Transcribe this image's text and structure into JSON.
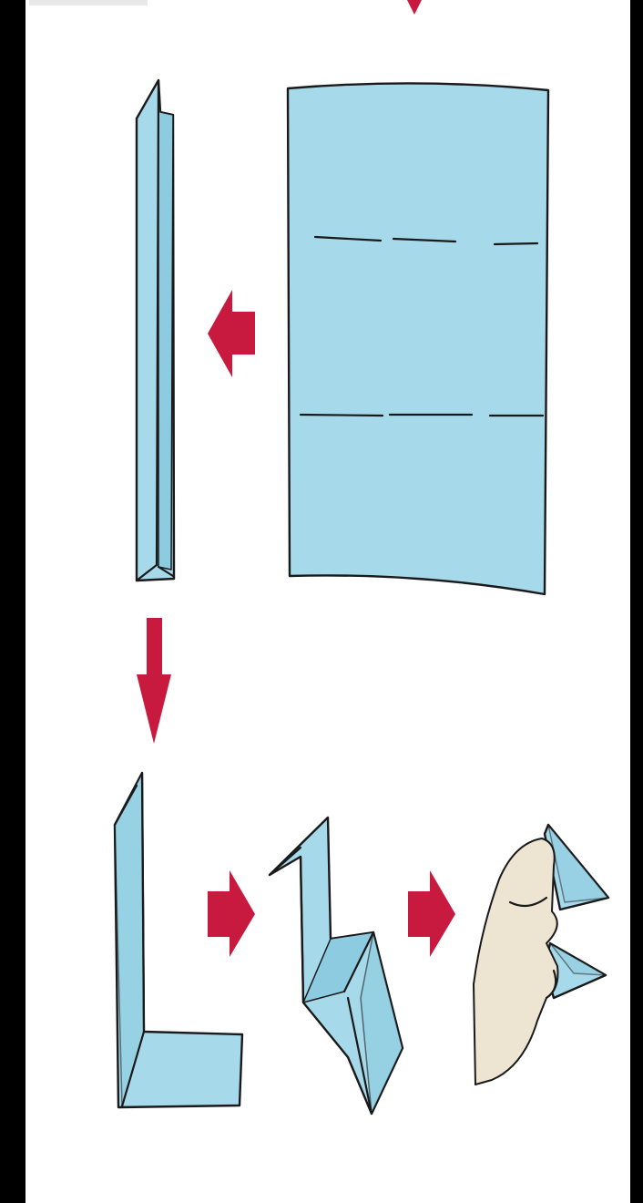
{
  "diagram": {
    "steps": [
      {
        "id": "step-flat-sheet",
        "description_shown": ""
      },
      {
        "id": "step-folded-strip",
        "description_shown": ""
      },
      {
        "id": "step-l-fold",
        "description_shown": ""
      },
      {
        "id": "step-zigzag-fold",
        "description_shown": ""
      },
      {
        "id": "step-hand-squeeze",
        "description_shown": ""
      }
    ],
    "colors": {
      "paper": "#a6d9ea",
      "paper_dark": "#8ccbe0",
      "outline": "#1a1a1a",
      "arrow": "#c8193e",
      "skin": "#ede4d2",
      "background": "#ffffff",
      "border": "#000000"
    }
  }
}
